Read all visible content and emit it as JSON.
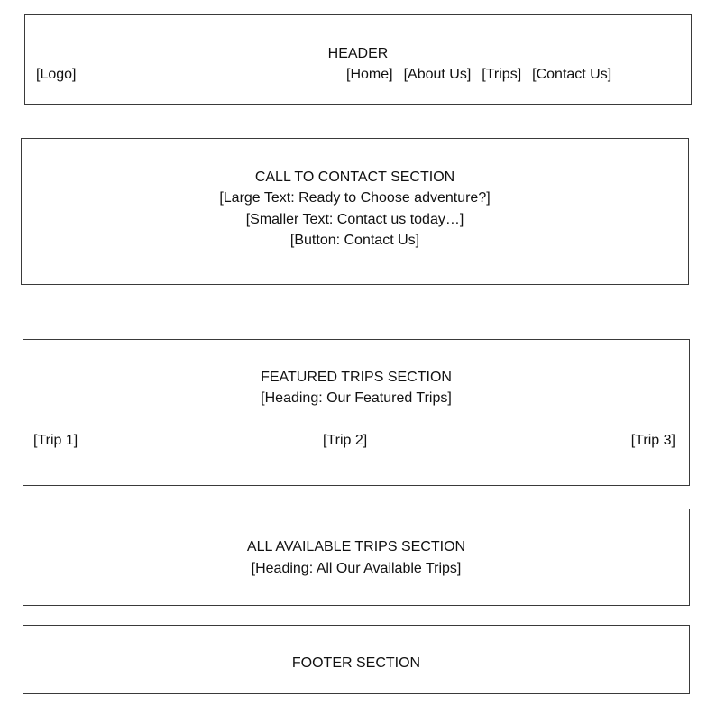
{
  "header": {
    "title": "HEADER",
    "logo": "[Logo]",
    "nav": [
      "[Home]",
      "[About Us]",
      "[Trips]",
      "[Contact Us]"
    ]
  },
  "cta": {
    "title": "CALL TO CONTACT SECTION",
    "large_text": "[Large Text: Ready to Choose adventure?]",
    "small_text": "[Smaller Text: Contact us today…]",
    "button": "[Button: Contact Us]"
  },
  "featured": {
    "title": "FEATURED TRIPS SECTION",
    "heading": "[Heading: Our Featured Trips]",
    "trips": [
      "[Trip 1]",
      "[Trip 2]",
      "[Trip 3]"
    ]
  },
  "all_trips": {
    "title": "ALL AVAILABLE TRIPS SECTION",
    "heading": "[Heading: All Our Available Trips]"
  },
  "footer": {
    "title": "FOOTER SECTION"
  }
}
